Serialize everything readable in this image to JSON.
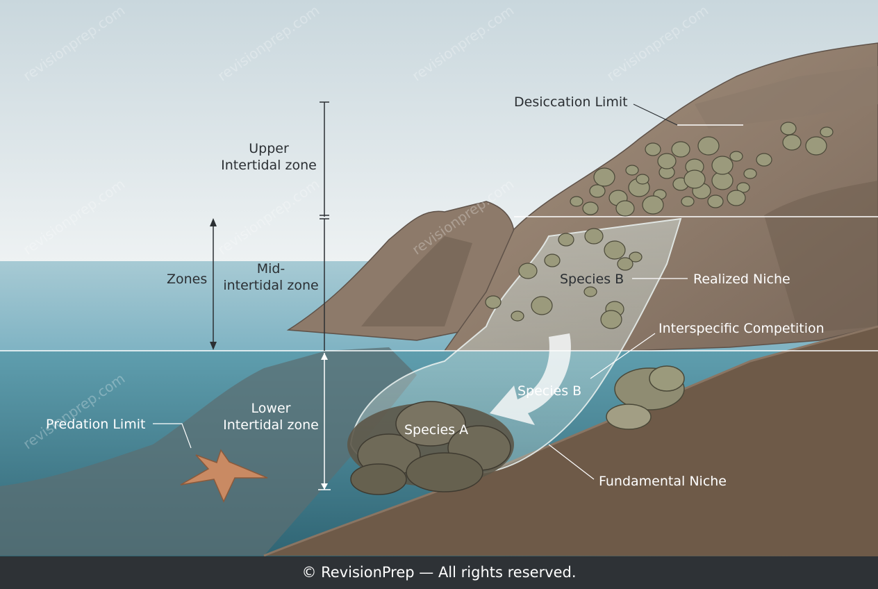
{
  "labels": {
    "desiccation_limit": "Desiccation Limit",
    "upper_zone": [
      "Upper",
      "Intertidal zone"
    ],
    "zones": "Zones",
    "mid_zone": [
      "Mid-",
      "intertidal zone"
    ],
    "lower_zone": [
      "Lower",
      "Intertidal zone"
    ],
    "realized_niche": "Realized Niche",
    "species_b_upper": "Species B",
    "interspecific_competition": "Interspecific Competition",
    "species_b_lower": "Species B",
    "species_a": "Species A",
    "predation_limit": "Predation Limit",
    "fundamental_niche": "Fundamental Niche"
  },
  "watermark": "revisionprep.com",
  "footer": "© RevisionPrep — All rights reserved.",
  "colors": {
    "sky_top": "#c9d7dd",
    "sky_bottom": "#eef2f3",
    "sea": "#7fb3c3",
    "underwater": "#4e8e9e",
    "rock": "#8c7a6b",
    "rock_dark": "#5e5148",
    "sediment": "#6e5a48",
    "barnacle": "#9b9a7c",
    "starfish": "#c98a63",
    "footer_bg": "#2e3236"
  }
}
